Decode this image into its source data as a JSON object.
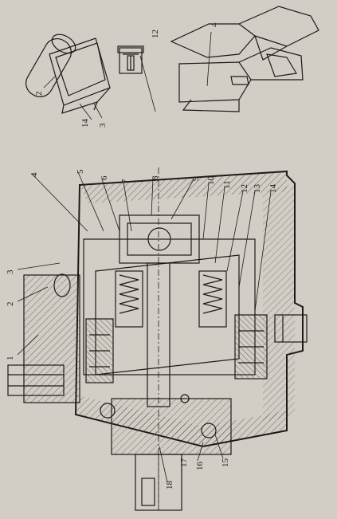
{
  "figure": {
    "callouts_main": [
      "1",
      "2",
      "3",
      "4",
      "5",
      "6",
      "7",
      "8",
      "9",
      "10",
      "11",
      "12",
      "13",
      "14",
      "15",
      "16",
      "17",
      "18"
    ],
    "callouts_detail": [
      "2",
      "3",
      "4",
      "12",
      "14"
    ]
  },
  "colors": {
    "paper": "#d2cec5",
    "ink": "#1c1b19",
    "hatch": "#3a3834"
  }
}
